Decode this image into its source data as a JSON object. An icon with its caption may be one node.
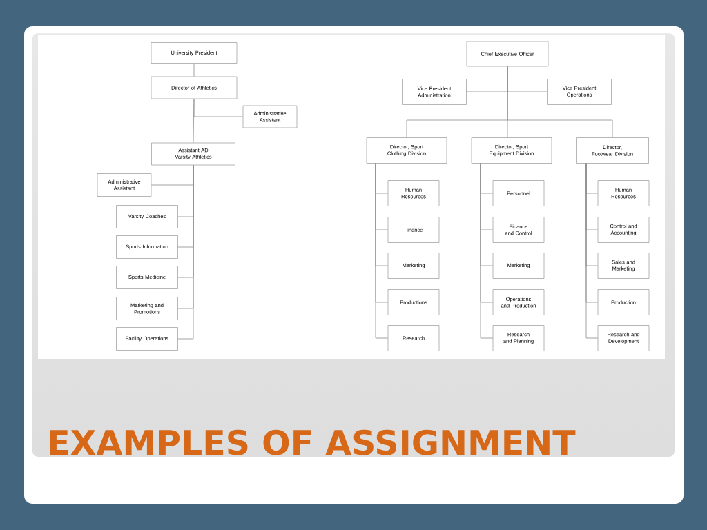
{
  "diagram": {
    "title": "EXAMPLES OF ASSIGNMENT",
    "nodes": [
      {
        "text": [
          "University President"
        ]
      },
      {
        "text": [
          "Director of Athletics"
        ]
      },
      {
        "text": [
          "Administrative Assistant"
        ]
      },
      {
        "text": [
          "Assistant AD Varsity Athletics"
        ]
      },
      {
        "text": [
          "Administrative Assistant"
        ]
      },
      {
        "text": [
          "Varsity Coaches"
        ]
      },
      {
        "text": [
          "Sports Information"
        ]
      },
      {
        "text": [
          "Sports Medicine"
        ]
      },
      {
        "text": [
          "Marketing and Promotions"
        ]
      },
      {
        "text": [
          "Facility Operations"
        ]
      },
      {
        "text": [
          "Chief Executive Officer"
        ]
      },
      {
        "text": [
          "Vice President Administration"
        ]
      },
      {
        "text": [
          "Vice President Operations"
        ]
      },
      {
        "text": [
          "Director, Sport Clothing Division"
        ]
      },
      {
        "text": [
          "Director, Sport Equipment Division"
        ]
      },
      {
        "text": [
          "Director, Footwear Division"
        ]
      },
      {
        "text": [
          "Human Resources"
        ]
      },
      {
        "text": [
          "Finance"
        ]
      },
      {
        "text": [
          "Marketing"
        ]
      },
      {
        "text": [
          "Productions"
        ]
      },
      {
        "text": [
          "Research"
        ]
      },
      {
        "text": [
          "Personnel"
        ]
      },
      {
        "text": [
          "Finance and Control"
        ]
      },
      {
        "text": [
          "Marketing"
        ]
      },
      {
        "text": [
          "Operations and Production"
        ]
      },
      {
        "text": [
          "Research and Planning"
        ]
      },
      {
        "text": [
          "Human Resources"
        ]
      },
      {
        "text": [
          "Control and Accounting"
        ]
      },
      {
        "text": [
          "Sales and Marketing"
        ]
      },
      {
        "text": [
          "Production"
        ]
      },
      {
        "text": [
          "Research and Development"
        ]
      }
    ],
    "edges": [
      {
        "from": 0,
        "to": 1,
        "arrow": "none"
      },
      {
        "from": 1,
        "to": 2,
        "arrow": "none"
      },
      {
        "from": 1,
        "to": 3,
        "arrow": "none"
      },
      {
        "from": 3,
        "to": 4,
        "arrow": "none"
      },
      {
        "from": 3,
        "to": 5,
        "arrow": "none"
      },
      {
        "from": 3,
        "to": 6,
        "arrow": "none"
      },
      {
        "from": 3,
        "to": 7,
        "arrow": "none"
      },
      {
        "from": 3,
        "to": 8,
        "arrow": "none"
      },
      {
        "from": 3,
        "to": 9,
        "arrow": "none"
      },
      {
        "from": 10,
        "to": 11,
        "arrow": "none"
      },
      {
        "from": 10,
        "to": 12,
        "arrow": "none"
      },
      {
        "from": 10,
        "to": 13,
        "arrow": "none"
      },
      {
        "from": 10,
        "to": 14,
        "arrow": "none"
      },
      {
        "from": 10,
        "to": 15,
        "arrow": "none"
      },
      {
        "from": 13,
        "to": 16,
        "arrow": "none"
      },
      {
        "from": 13,
        "to": 17,
        "arrow": "none"
      },
      {
        "from": 13,
        "to": 18,
        "arrow": "none"
      },
      {
        "from": 13,
        "to": 19,
        "arrow": "none"
      },
      {
        "from": 13,
        "to": 20,
        "arrow": "none"
      },
      {
        "from": 14,
        "to": 21,
        "arrow": "none"
      },
      {
        "from": 14,
        "to": 22,
        "arrow": "none"
      },
      {
        "from": 14,
        "to": 23,
        "arrow": "none"
      },
      {
        "from": 14,
        "to": 24,
        "arrow": "none"
      },
      {
        "from": 14,
        "to": 25,
        "arrow": "none"
      },
      {
        "from": 15,
        "to": 26,
        "arrow": "none"
      },
      {
        "from": 15,
        "to": 27,
        "arrow": "none"
      },
      {
        "from": 15,
        "to": 28,
        "arrow": "none"
      },
      {
        "from": 15,
        "to": 29,
        "arrow": "none"
      },
      {
        "from": 15,
        "to": 30,
        "arrow": "none"
      }
    ]
  }
}
